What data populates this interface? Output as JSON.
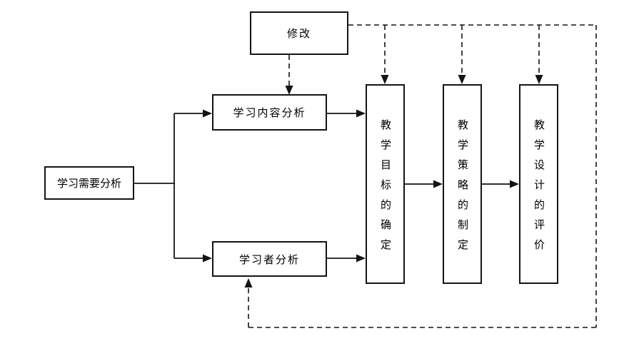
{
  "diagram": {
    "name": "instructional-design-process-flowchart",
    "background_color": "#ffffff",
    "line_color": "#141414",
    "text_color": "#000000",
    "nodes": {
      "modify": {
        "label": "修改"
      },
      "needs_analysis": {
        "label": "学习需要分析"
      },
      "content_analysis": {
        "label": "学习内容分析"
      },
      "learner_analysis": {
        "label": "学习者分析"
      },
      "objectives": {
        "label": "教学目标的确定"
      },
      "strategies": {
        "label": "教学策略的制定"
      },
      "evaluation": {
        "label": "教学设计的评价"
      }
    },
    "edges": {
      "solid": [
        "needs_analysis -> content_analysis",
        "needs_analysis -> learner_analysis",
        "content_analysis -> objectives",
        "learner_analysis -> objectives",
        "objectives -> strategies",
        "strategies -> evaluation"
      ],
      "dashed": [
        "modify -> content_analysis",
        "modify -> objectives",
        "modify -> strategies",
        "modify -> evaluation",
        "evaluation-feedback -> learner_analysis"
      ]
    }
  }
}
